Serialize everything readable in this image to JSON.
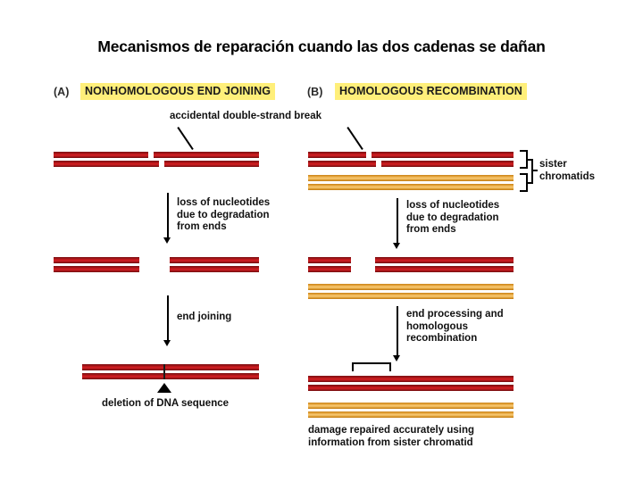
{
  "slide": {
    "title": "Mecanismos de reparación cuando las dos cadenas se dañan",
    "background_color": "#ffffff"
  },
  "colors": {
    "dna_red": "#c8191c",
    "dna_red_dark": "#7d0f12",
    "dna_gold": "#f5c063",
    "dna_gold_dark": "#bf7712",
    "highlight": "#ffef7a",
    "text": "#111111"
  },
  "figure": {
    "panels": [
      {
        "tag": "(A)",
        "header": "NONHOMOLOGOUS END JOINING",
        "top_label": "accidental double-strand break",
        "steps": [
          "loss of nucleotides\ndue to degradation\nfrom ends",
          "end joining"
        ],
        "outcome": "deletion of DNA sequence"
      },
      {
        "tag": "(B)",
        "header": "HOMOLOGOUS RECOMBINATION",
        "top_label": "accidental double-strand break",
        "steps": [
          "loss of nucleotides\ndue to degradation\nfrom ends",
          "end processing and\nhomologous\nrecombination"
        ],
        "outcome": "damage repaired accurately using\ninformation from sister chromatid",
        "bracket_label": "sister\nchromatids"
      }
    ]
  }
}
